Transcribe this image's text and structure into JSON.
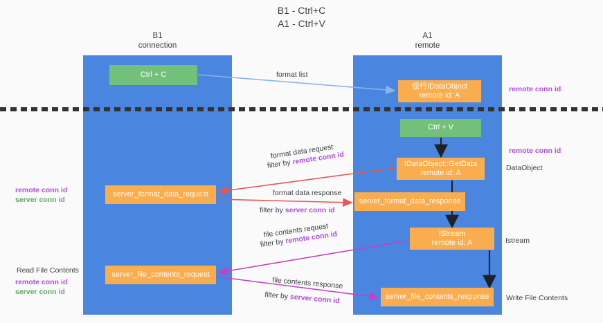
{
  "title": {
    "line1": "B1 - Ctrl+C",
    "line2": "A1 - Ctrl+V"
  },
  "lanes": [
    {
      "id": "b1",
      "name": "B1",
      "sub": "connection",
      "color": "#4a86e0"
    },
    {
      "id": "a1",
      "name": "A1",
      "sub": "remote",
      "color": "#4a86e0"
    }
  ],
  "colors": {
    "lane": "#4a86e0",
    "green_node": "#73c07b",
    "orange_node": "#f9ad4e",
    "purple_text": "#b14fd8",
    "green_text": "#5aab62",
    "arrow_blue": "#8ab4e8",
    "arrow_black": "#202124",
    "arrow_red": "#e8564f",
    "arrow_magenta": "#c042c7",
    "divider": "#333333",
    "background": "#fafafa"
  },
  "nodes": {
    "ctrl_c": {
      "label": "Ctrl + C",
      "style": "green"
    },
    "idataobject": {
      "line1": "仮行IDataObject",
      "line2": "remote id: A",
      "style": "orange"
    },
    "ctrl_v": {
      "label": "Ctrl + V",
      "style": "green"
    },
    "getdata": {
      "line1": "IDataObject::GetData",
      "line2": "remote id: A",
      "style": "orange"
    },
    "server_format_data_request": {
      "label": "server_format_data_request",
      "style": "orange"
    },
    "server_format_data_response": {
      "label": "server_format_data_response",
      "style": "orange"
    },
    "istream": {
      "line1": "IStream",
      "line2": "remote id: A",
      "style": "orange"
    },
    "server_file_contents_request": {
      "label": "server_file_contents_request",
      "style": "orange"
    },
    "server_file_contents_response": {
      "label": "server_file_contents_response",
      "style": "orange"
    }
  },
  "edge_labels": {
    "format_list": "format list",
    "format_data_request": "format data request",
    "format_data_request_filter_pre": "filter by ",
    "format_data_request_filter_key": "remote conn id",
    "format_data_response": "format data response",
    "format_data_response_filter_pre": "filter by ",
    "format_data_response_filter_key": "server conn id",
    "file_contents_request": "file contents request",
    "file_contents_request_filter_pre": "filter by ",
    "file_contents_request_filter_key": "remote conn id",
    "file_contents_response": "file contents response",
    "file_contents_response_filter_pre": "filter by ",
    "file_contents_response_filter_key": "server conn id"
  },
  "annotations": {
    "right_remote_conn_id_top": "remote conn id",
    "right_remote_conn_id_mid": "remote conn id",
    "right_dataobject": "DataObject",
    "right_istream": "Istream",
    "right_write_file_contents": "Write File Contents",
    "left_read_file_contents": "Read File Contents",
    "left_remote_conn_id_a": "remote conn id",
    "left_server_conn_id_a": "server conn id",
    "left_remote_conn_id_b": "remote conn id",
    "left_server_conn_id_b": "server conn id"
  }
}
